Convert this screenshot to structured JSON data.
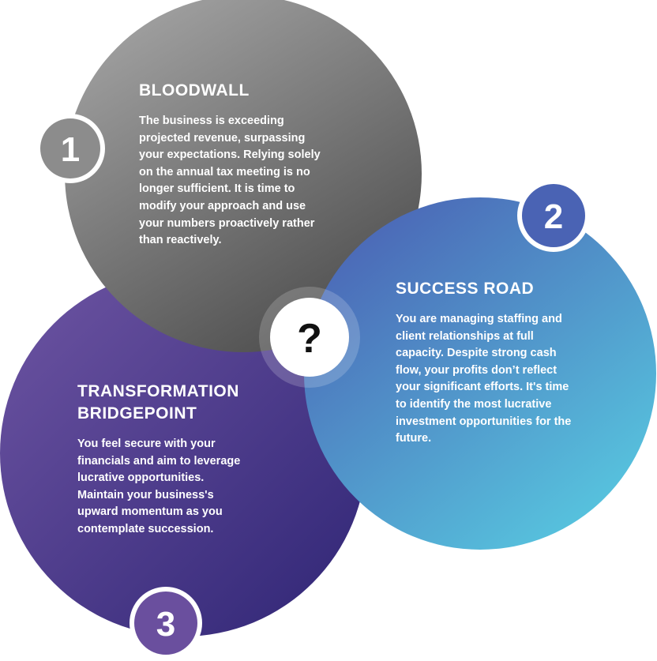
{
  "center": {
    "symbol": "?"
  },
  "stages": [
    {
      "number": "1",
      "title": "BLOODWALL",
      "lines": [
        "The business is exceeding",
        "projected revenue, surpassing",
        "your expectations. Relying solely",
        "on the annual tax meeting is no",
        "longer sufficient. It is time to",
        "modify your approach and use",
        "your numbers proactively rather",
        "than reactively."
      ],
      "colors": {
        "from": "#a6a6a6",
        "to": "#4d4d4d",
        "badge": "#8c8c8c"
      }
    },
    {
      "number": "2",
      "title": "SUCCESS ROAD",
      "lines": [
        "You are managing staffing and",
        "client relationships at full",
        "capacity. Despite strong cash",
        "flow, your profits don’t reflect",
        "your significant efforts. It's time",
        "to identify the most lucrative",
        "investment opportunities for the",
        "future."
      ],
      "colors": {
        "from": "#4a63b4",
        "to": "#55c6df",
        "badge": "#4a63b4"
      }
    },
    {
      "number": "3",
      "title_lines": [
        "TRANSFORMATION",
        "BRIDGEPOINT"
      ],
      "lines": [
        "You feel secure with your",
        "financials and aim to leverage",
        "lucrative opportunities.",
        "Maintain your business's",
        "upward momentum as you",
        "contemplate succession."
      ],
      "colors": {
        "from": "#6c519e",
        "to": "#3a2f7e",
        "badge": "#6a4f9e"
      }
    }
  ]
}
